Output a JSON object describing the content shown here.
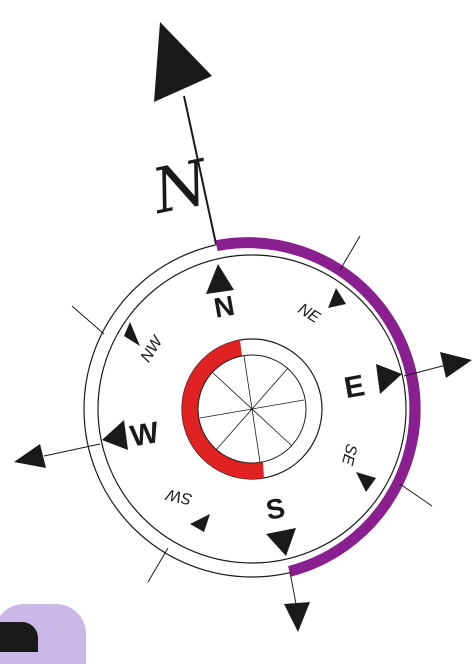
{
  "compass": {
    "north_script": "N",
    "cardinals": [
      {
        "key": "north",
        "label": "N"
      },
      {
        "key": "east",
        "label": "E"
      },
      {
        "key": "south",
        "label": "S"
      },
      {
        "key": "west",
        "label": "W"
      }
    ],
    "intercardinals": [
      {
        "key": "northeast",
        "label": "NE"
      },
      {
        "key": "southeast",
        "label": "SE"
      },
      {
        "key": "southwest",
        "label": "SW"
      },
      {
        "key": "northwest",
        "label": "NW"
      }
    ],
    "colors": {
      "outer_arc": "#8a1f8f",
      "inner_arc": "#e02222",
      "ink": "#1a1a1a",
      "tab": "#c9b8e8"
    }
  }
}
